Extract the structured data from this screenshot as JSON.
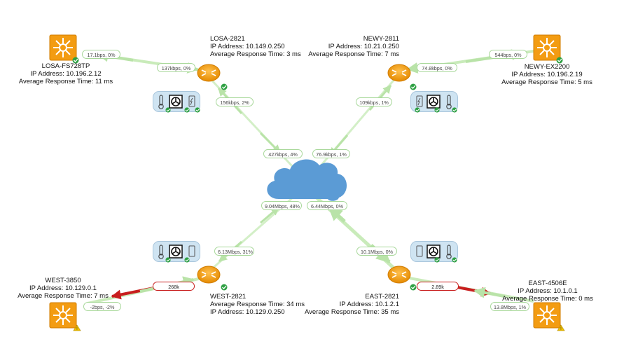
{
  "nodes": {
    "losa_switch": {
      "name": "LOSA-FS728TP",
      "ip": "IP Address: 10.196.2.12",
      "art": "Average Response Time: 11 ms"
    },
    "losa_router": {
      "name": "LOSA-2821",
      "ip": "IP Address: 10.149.0.250",
      "art": "Average Response Time: 3 ms"
    },
    "newy_router": {
      "name": "NEWY-2811",
      "ip": "IP Address: 10.21.0.250",
      "art": "Average Response Time: 7 ms"
    },
    "newy_switch": {
      "name": "NEWY-EX2200",
      "ip": "IP Address: 10.196.2.19",
      "art": "Average Response Time: 5 ms"
    },
    "west_switch": {
      "name": "WEST-3850",
      "ip": "IP Address: 10.129.0.1",
      "art": "Average Response Time: 7 ms"
    },
    "west_router": {
      "name": "WEST-2821",
      "art": "Average Response Time: 34 ms",
      "ip": "IP Address: 10.129.0.250"
    },
    "east_router": {
      "name": "EAST-2821",
      "ip": "IP Address: 10.1.2.1",
      "art": "Average Response Time: 35 ms"
    },
    "east_switch": {
      "name": "EAST-4506E",
      "ip": "IP Address: 10.1.0.1",
      "art": "Average Response Time: 0 ms"
    }
  },
  "links": {
    "losa_sw_a": "17.1bps,  0%",
    "losa_sw_b": "137kbps,  0%",
    "losa_cloud_a": "156kbps,  2%",
    "losa_cloud_b": "427kbps,  4%",
    "newy_sw_a": "544bps,  0%",
    "newy_sw_b": "74.8kbps,  0%",
    "newy_cloud_a": "109kbps,  1%",
    "newy_cloud_b": "76.9kbps,  1%",
    "west_cloud_a": "9.04Mbps,  48%",
    "west_cloud_b": "6.13Mbps,  31%",
    "west_sw_a": "268k",
    "west_sw_b": "-2bps,  -2%",
    "east_cloud_a": "6.44Mbps,  0%",
    "east_cloud_b": "10.1Mbps,  0%",
    "east_sw_a": "2.89k",
    "east_sw_b": "13.8Mbps,  1%"
  },
  "icons": {
    "switch": "switch-icon",
    "router": "router-icon",
    "cloud": "cloud-icon",
    "thermometer": "thermometer-icon",
    "fan": "fan-icon",
    "battery": "battery-icon",
    "ok": "check-status-icon",
    "warn": "warning-status-icon"
  },
  "colors": {
    "ok_link": "#b9e3a8",
    "alert_link": "#c81e1e",
    "device_orange": "#f39c12",
    "cloud_blue": "#5b9bd5",
    "status_green": "#2ea043",
    "warning_yellow": "#f2c200"
  }
}
